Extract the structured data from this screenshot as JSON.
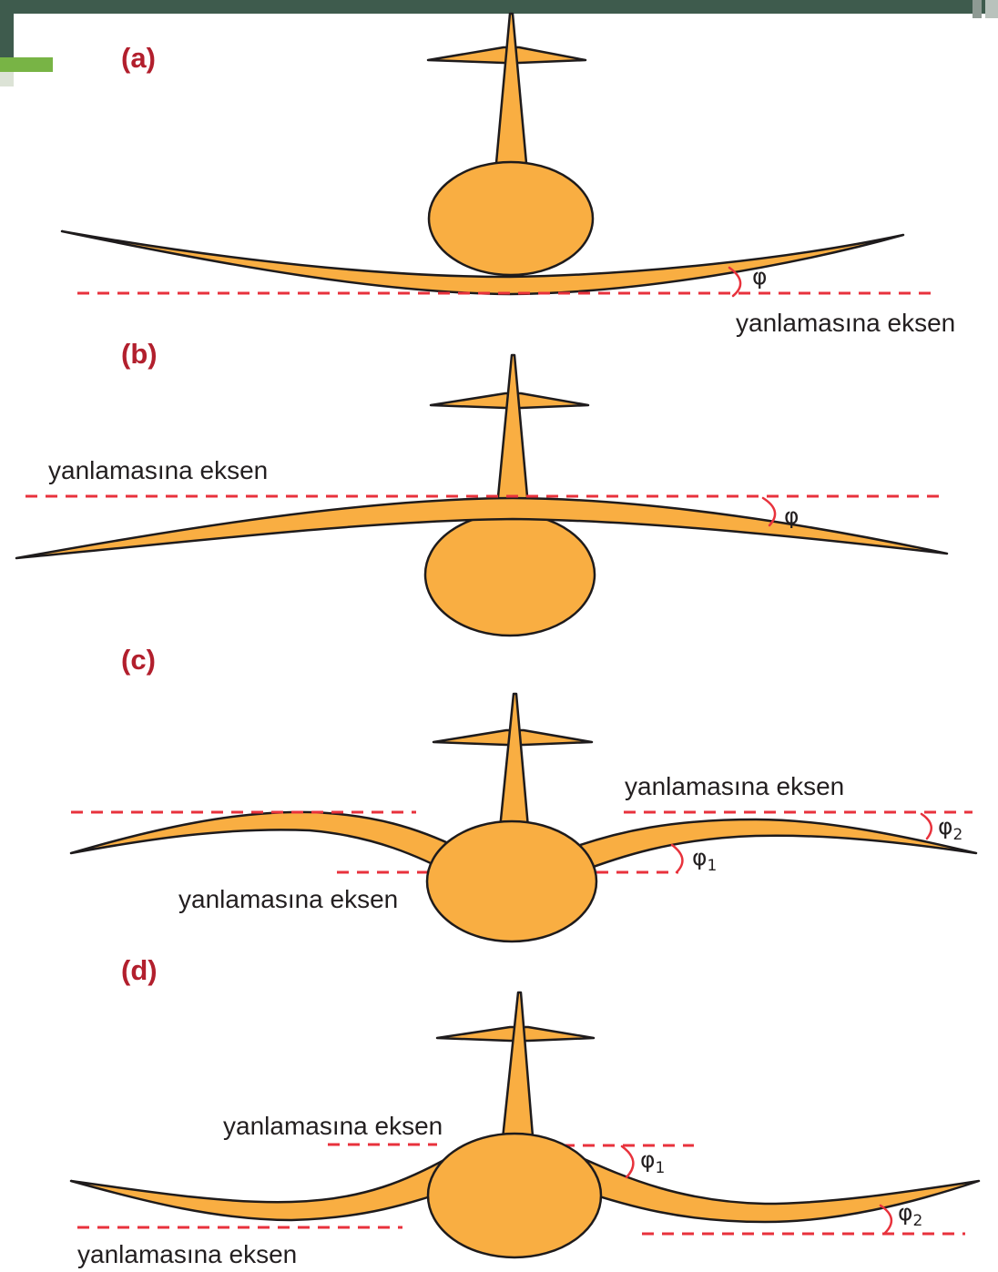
{
  "colors": {
    "aircraft_fill": "#F9AE42",
    "aircraft_outline": "#1E1B1C",
    "axis_line": "#E8323C",
    "panel_label": "#B21F2D",
    "text": "#231F20",
    "slide_band": "#3E5B4D",
    "slide_accent": "#78B445"
  },
  "panels": [
    {
      "label": "(a)",
      "axis_labels": [
        "yanlamasına eksen"
      ],
      "angles": [
        {
          "symbol": "φ"
        }
      ]
    },
    {
      "label": "(b)",
      "axis_labels": [
        "yanlamasına eksen"
      ],
      "angles": [
        {
          "symbol": "φ"
        }
      ]
    },
    {
      "label": "(c)",
      "axis_labels": [
        "yanlamasına eksen",
        "yanlamasına eksen"
      ],
      "angles": [
        {
          "symbol": "φ",
          "sub": "1"
        },
        {
          "symbol": "φ",
          "sub": "2"
        }
      ]
    },
    {
      "label": "(d)",
      "axis_labels": [
        "yanlamasına eksen",
        "yanlamasına eksen"
      ],
      "angles": [
        {
          "symbol": "φ",
          "sub": "1"
        },
        {
          "symbol": "φ",
          "sub": "2"
        }
      ]
    }
  ]
}
